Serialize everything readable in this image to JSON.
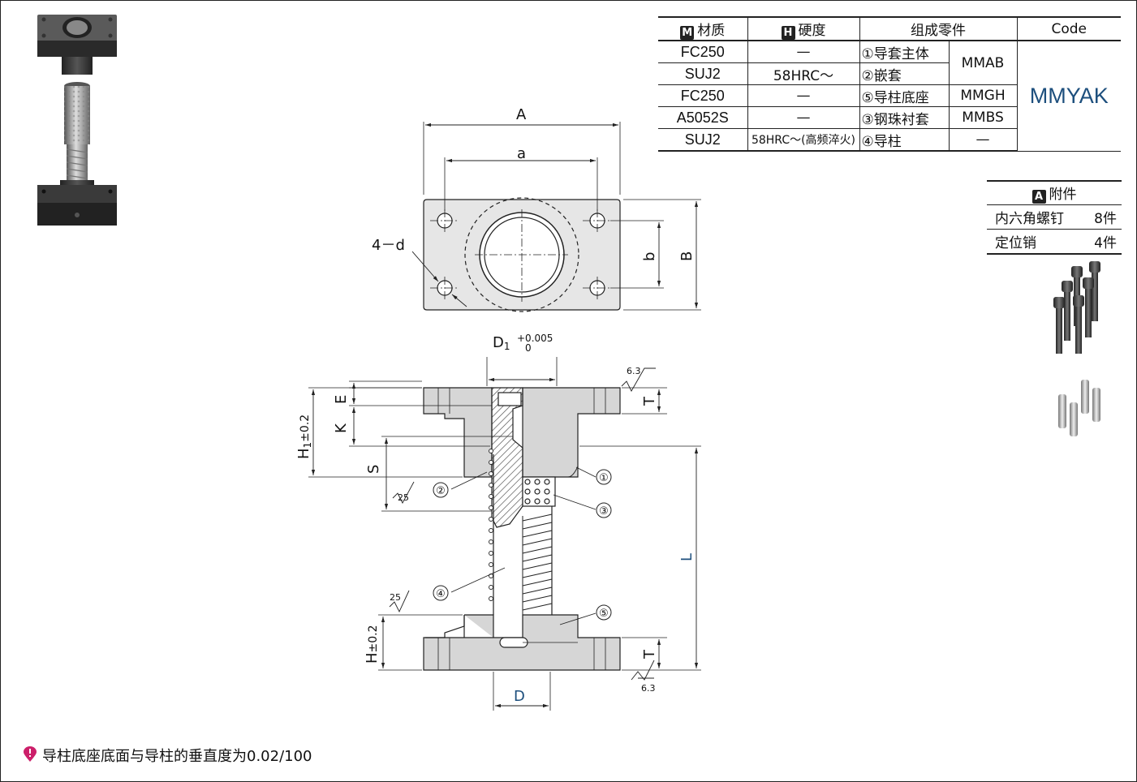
{
  "spec_table": {
    "headers": {
      "material_badge": "M",
      "material": "材质",
      "hardness_badge": "H",
      "hardness": "硬度",
      "parts": "组成零件",
      "code": "Code"
    },
    "rows": [
      {
        "material": "FC250",
        "hardness": "—",
        "part": "①导套主体",
        "part_code": "MMAB"
      },
      {
        "material": "SUJ2",
        "hardness": "58HRC～",
        "part": "②嵌套"
      },
      {
        "material": "FC250",
        "hardness": "—",
        "part": "⑤导柱底座",
        "part_code": "MMGH"
      },
      {
        "material": "A5052S",
        "hardness": "—",
        "part": "③钢珠衬套",
        "part_code": "MMBS"
      },
      {
        "material": "SUJ2",
        "hardness": "58HRC～(高频淬火)",
        "part": "④导柱",
        "part_code": "—"
      }
    ],
    "code_value": "MMYAK"
  },
  "accessories": {
    "badge": "A",
    "title": "附件",
    "items": [
      {
        "name": "内六角螺钉",
        "qty": "8件"
      },
      {
        "name": "定位销",
        "qty": "4件"
      }
    ]
  },
  "drawing": {
    "dims": {
      "A": "A",
      "a": "a",
      "B": "B",
      "b": "b",
      "d": "4－d",
      "D1": "D",
      "D1_sub": "1",
      "D1_tol_upper": "+0.005",
      "D1_tol_lower": "0",
      "E": "E",
      "K": "K",
      "H1": "H",
      "H1_sub": "1",
      "H1_tol": "±0.2",
      "S": "S",
      "T_top": "T",
      "T_bottom": "T",
      "L": "L",
      "H": "H",
      "H_tol": "±0.2",
      "D": "D"
    },
    "roughness": {
      "top": "6.3",
      "left_upper": "25",
      "left_lower": "25",
      "bottom": "6.3"
    },
    "callouts": [
      "①",
      "②",
      "③",
      "④",
      "⑤"
    ],
    "colors": {
      "blue_dim": "#1d4f7d",
      "line": "#222222",
      "part_fill": "#d8d8d8",
      "hatch": "#444444"
    }
  },
  "note": {
    "text": "导柱底座底面与导柱的垂直度为0.02/100",
    "icon_color": "#cc1f6a"
  }
}
